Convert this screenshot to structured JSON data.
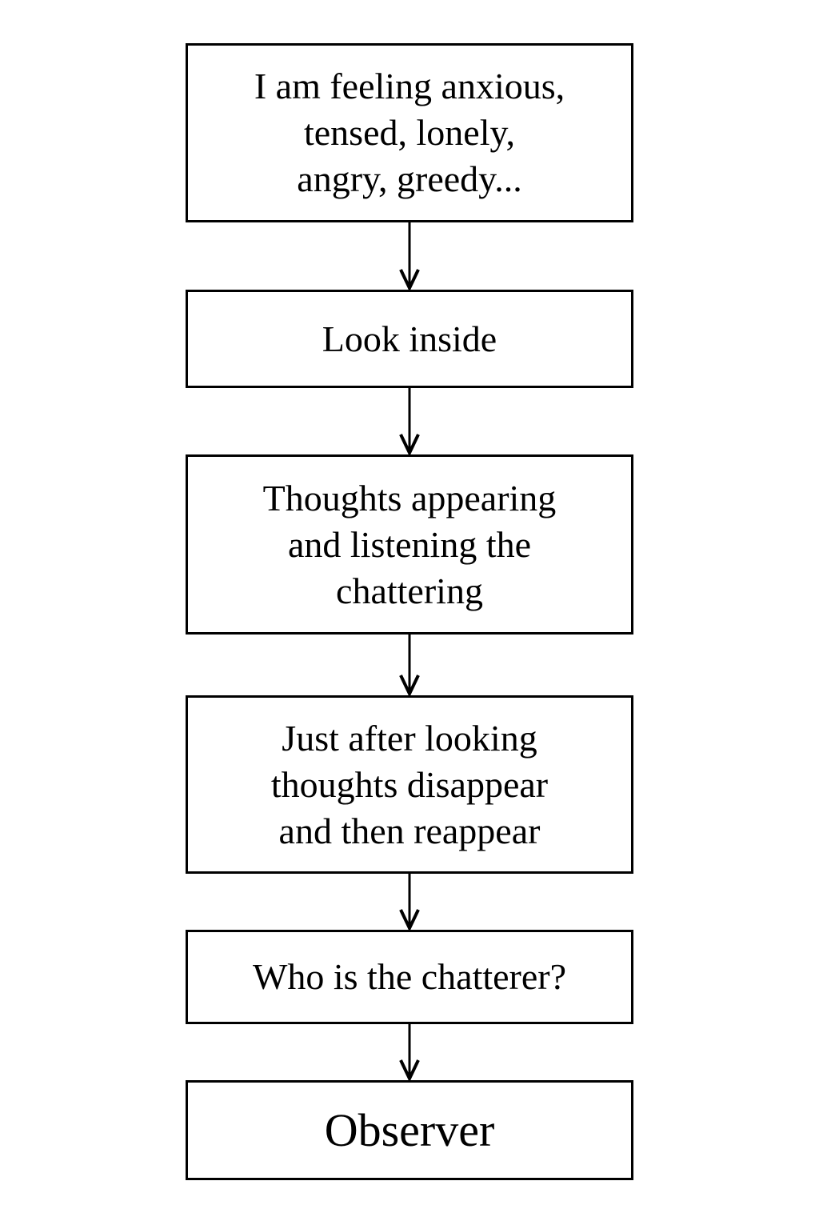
{
  "diagram": {
    "title": "Look inside flowchart",
    "background_color": "#ffffff",
    "line_color": "#000000",
    "box_fill": "#ffffff",
    "nodes": [
      {
        "id": "node-feelings",
        "name": "feelings-box",
        "text": "I am feeling anxious,\ntensed, lonely,\nangry, greedy...",
        "lines": 3,
        "emphasis": false
      },
      {
        "id": "node-look-inside",
        "name": "look-inside-box",
        "text": "Look inside",
        "lines": 1,
        "emphasis": false
      },
      {
        "id": "node-thoughts",
        "name": "thoughts-appearing-box",
        "text": "Thoughts appearing\nand listening the\nchattering",
        "lines": 3,
        "emphasis": false
      },
      {
        "id": "node-disappear",
        "name": "thoughts-disappear-box",
        "text": "Just after looking\nthoughts disappear\nand then reappear",
        "lines": 3,
        "emphasis": false
      },
      {
        "id": "node-who",
        "name": "who-is-chatterer-box",
        "text": "Who is the chatterer?",
        "lines": 1,
        "emphasis": false
      },
      {
        "id": "node-observer",
        "name": "observer-box",
        "text": "Observer",
        "lines": 1,
        "emphasis": true
      }
    ],
    "edges": [
      {
        "from": "node-feelings",
        "to": "node-look-inside",
        "arrow": "down-arrow"
      },
      {
        "from": "node-look-inside",
        "to": "node-thoughts",
        "arrow": "down-arrow"
      },
      {
        "from": "node-thoughts",
        "to": "node-disappear",
        "arrow": "down-arrow"
      },
      {
        "from": "node-disappear",
        "to": "node-who",
        "arrow": "down-arrow"
      },
      {
        "from": "node-who",
        "to": "node-observer",
        "arrow": "down-arrow"
      }
    ]
  }
}
